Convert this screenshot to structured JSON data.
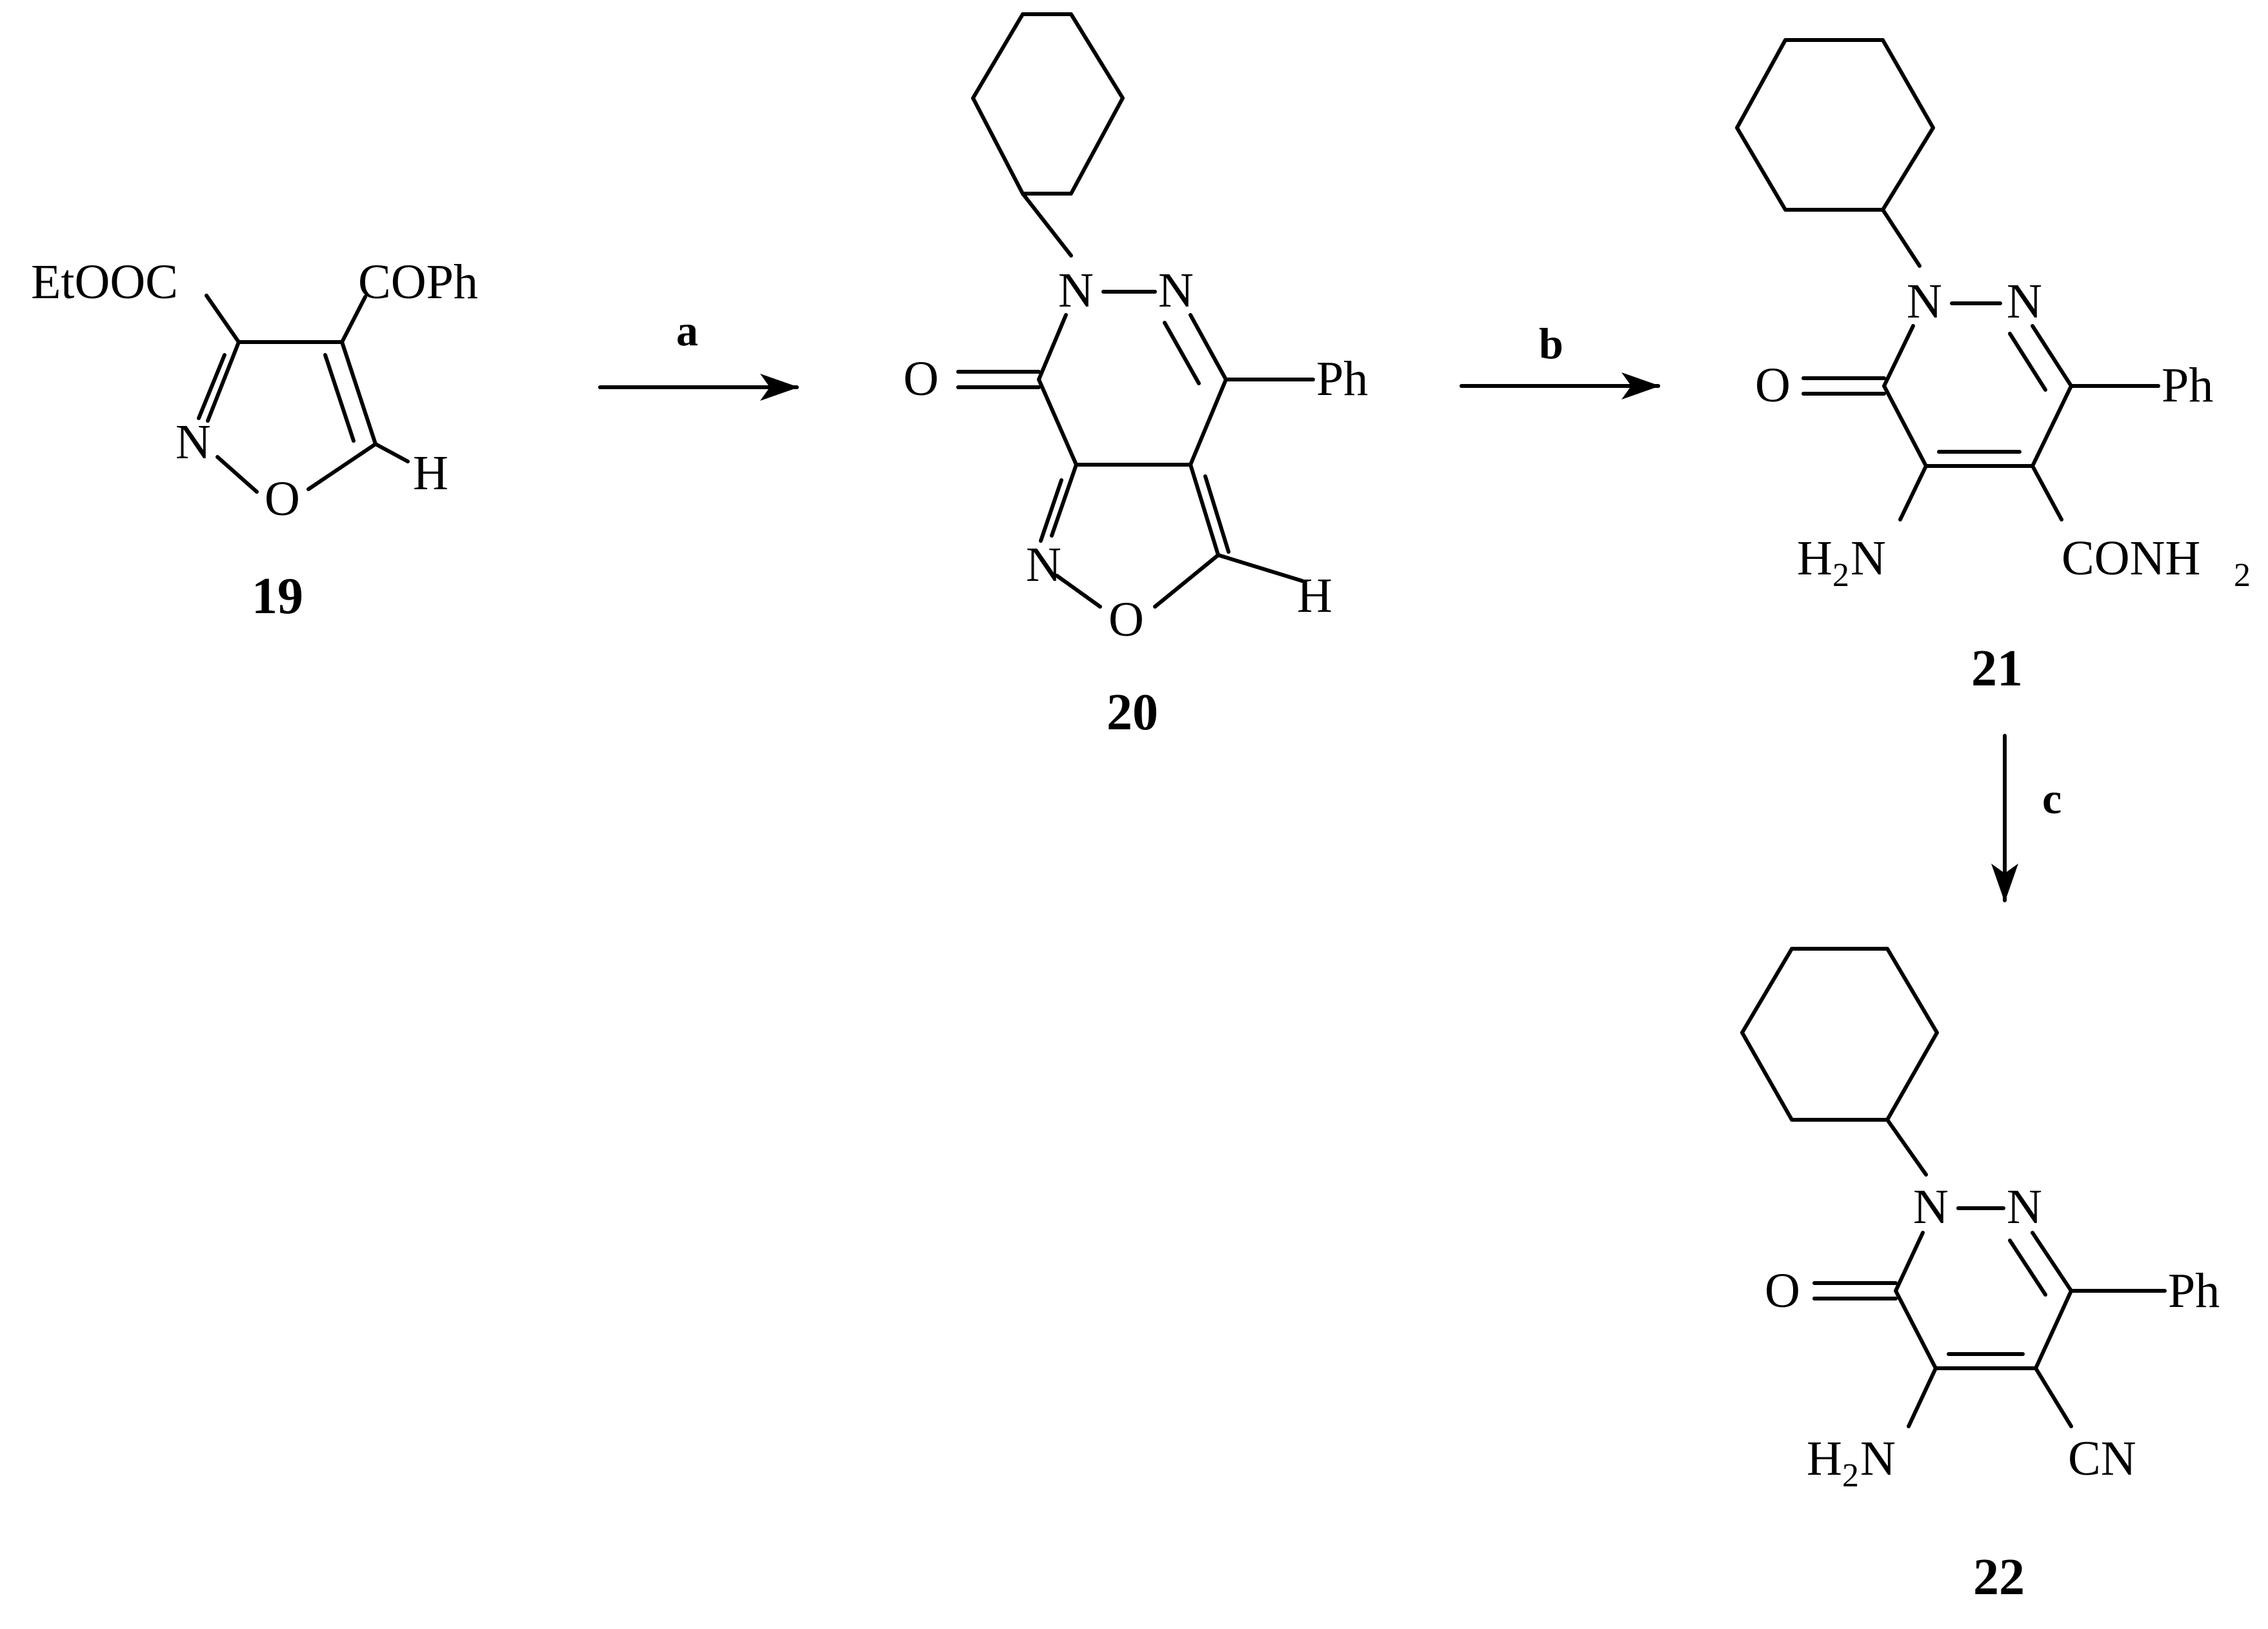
{
  "compounds": {
    "c19": {
      "number": "19",
      "ester": "EtOOC",
      "ketone": "COPh",
      "ring_n": "N",
      "ring_o": "O",
      "h": "H"
    },
    "c20": {
      "number": "20",
      "n1": "N",
      "n2": "N",
      "carbonyl_o": "O",
      "ph": "Ph",
      "ring_n": "N",
      "ring_o": "O",
      "h": "H"
    },
    "c21": {
      "number": "21",
      "n1": "N",
      "n2": "N",
      "carbonyl_o": "O",
      "ph": "Ph",
      "amine_h": "H",
      "amine_sub": "2",
      "amine_n": "N",
      "amide_main": "CONH",
      "amide_sub": "2"
    },
    "c22": {
      "number": "22",
      "n1": "N",
      "n2": "N",
      "carbonyl_o": "O",
      "ph": "Ph",
      "amine_h": "H",
      "amine_sub": "2",
      "amine_n": "N",
      "nitrile": "CN"
    }
  },
  "steps": {
    "a": "a",
    "b": "b",
    "c": "c"
  }
}
